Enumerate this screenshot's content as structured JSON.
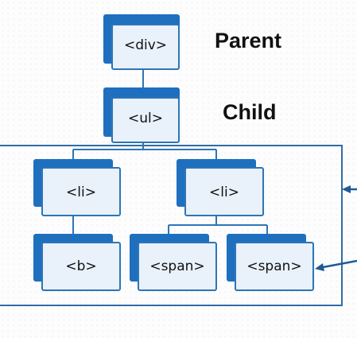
{
  "colors": {
    "node_shadow": "#1f6fbf",
    "node_face": "#e9f1fa",
    "node_border": "#2e75b6",
    "connector": "#2e75b6",
    "group_box": "#2e6da4",
    "arrow": "#1f5a96"
  },
  "nodes": {
    "div": "<div>",
    "ul": "<ul>",
    "li_left": "<li>",
    "li_right": "<li>",
    "b": "<b>",
    "span_1": "<span>",
    "span_2": "<span>"
  },
  "labels": {
    "parent": "Parent",
    "child": "Child"
  }
}
